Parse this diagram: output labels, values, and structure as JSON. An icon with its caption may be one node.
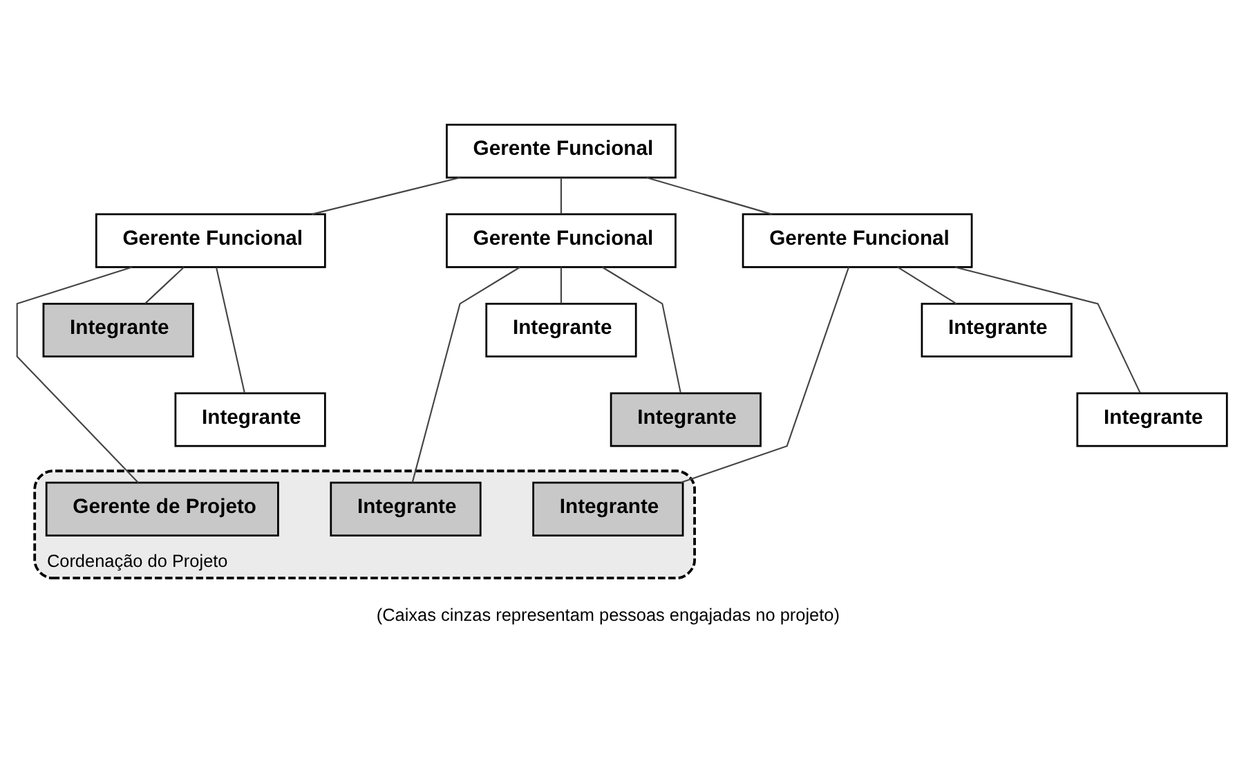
{
  "diagram": {
    "nodes": [
      {
        "text": [
          "Gerente Funcional"
        ]
      },
      {
        "text": [
          "Gerente Funcional"
        ]
      },
      {
        "text": [
          "Gerente Funcional"
        ]
      },
      {
        "text": [
          "Gerente Funcional"
        ]
      },
      {
        "text": [
          "Cordenação do Projeto"
        ]
      },
      {
        "text": [
          "Integrante"
        ]
      },
      {
        "text": [
          "Integrante"
        ]
      },
      {
        "text": [
          "Gerente de Projeto"
        ],
        "in": 4
      },
      {
        "text": [
          "Integrante"
        ]
      },
      {
        "text": [
          "Integrante"
        ]
      },
      {
        "text": [
          "Integrante"
        ],
        "in": 4
      },
      {
        "text": [
          "Integrante"
        ]
      },
      {
        "text": [
          "Integrante"
        ]
      },
      {
        "text": [
          "Integrante"
        ],
        "in": 4
      }
    ],
    "edges": [
      {
        "from": 0,
        "to": 1,
        "arrow": "none"
      },
      {
        "from": 0,
        "to": 2,
        "arrow": "none"
      },
      {
        "from": 0,
        "to": 3,
        "arrow": "none"
      },
      {
        "from": 1,
        "to": 5,
        "arrow": "none"
      },
      {
        "from": 1,
        "to": 6,
        "arrow": "none"
      },
      {
        "from": 1,
        "to": 7,
        "arrow": "none"
      },
      {
        "from": 2,
        "to": 8,
        "arrow": "none"
      },
      {
        "from": 2,
        "to": 9,
        "arrow": "none"
      },
      {
        "from": 2,
        "to": 10,
        "arrow": "none"
      },
      {
        "from": 3,
        "to": 11,
        "arrow": "none"
      },
      {
        "from": 3,
        "to": 12,
        "arrow": "none"
      },
      {
        "from": 3,
        "to": 13,
        "arrow": "none"
      }
    ],
    "labels": [
      "(Caixas cinzas representam pessoas engajadas no projeto)"
    ]
  }
}
